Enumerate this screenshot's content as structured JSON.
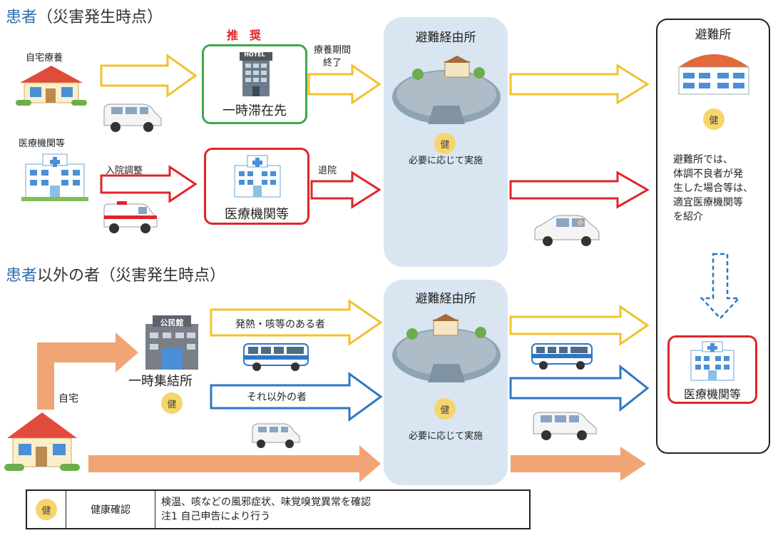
{
  "headers": {
    "patients_blue": "患者",
    "patients_rest": "（災害発生時点）",
    "others_blue": "患者",
    "others_rest": "以外の者（災害発生時点）"
  },
  "patients": {
    "home_label": "自宅療養",
    "hospital_label": "医療機関等",
    "recommended_label": "推　奨",
    "temp_stay_label": "一時滞在先",
    "hotel_sign": "HOTEL",
    "end_label_line1": "療養期間",
    "end_label_line2": "終了",
    "admission_label": "入院調整",
    "medical_box_label": "医療機関等",
    "discharge_label": "退院"
  },
  "via_shelter_1": {
    "title": "避難経由所",
    "badge": "健",
    "note": "必要に応じて実施"
  },
  "shelter": {
    "title": "避難所",
    "badge": "健",
    "description_lines": [
      "避難所では、",
      "体調不良者が発",
      "生した場合等は、",
      "適宜医療機関等",
      "を紹介"
    ],
    "medical_box_label": "医療機関等"
  },
  "others": {
    "kominkan_sign": "公民館",
    "gathering_label": "一時集結所",
    "gathering_badge": "健",
    "home_label": "自宅",
    "fever_label": "発熱・咳等のある者",
    "other_label": "それ以外の者"
  },
  "via_shelter_2": {
    "title": "避難経由所",
    "badge": "健",
    "note": "必要に応じて実施"
  },
  "legend": {
    "badge": "健",
    "term": "健康確認",
    "line1": "検温、咳などの風邪症状、味覚嗅覚異常を確認",
    "line2": "注1 自己申告により行う"
  },
  "colors": {
    "yellow_arrow": "#f2c12e",
    "red_arrow": "#e0252b",
    "blue_arrow": "#2d77c5",
    "orange_arrow": "#f2a574",
    "green_box": "#3fa84a",
    "red_box": "#e0252b",
    "panel": "#d9e6f2",
    "badge": "#f7d56b",
    "header_blue": "#2f6fb0",
    "recommend_red": "#e0252b"
  }
}
